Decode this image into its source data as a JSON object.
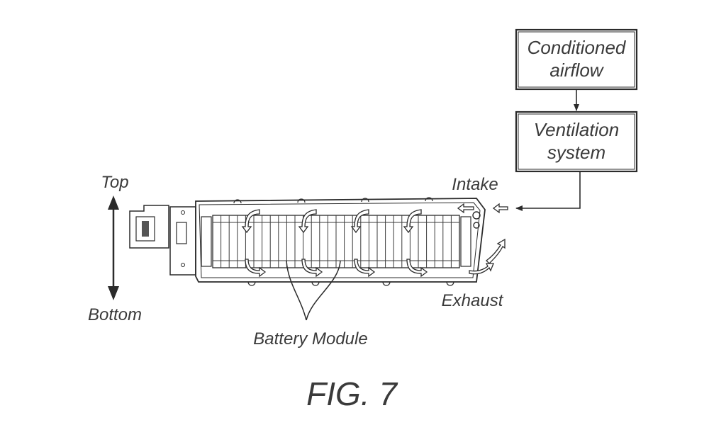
{
  "boxes": {
    "conditioned_line1": "Conditioned",
    "conditioned_line2": "airflow",
    "ventilation_line1": "Ventilation",
    "ventilation_line2": "system"
  },
  "labels": {
    "top": "Top",
    "bottom": "Bottom",
    "intake": "Intake",
    "exhaust": "Exhaust",
    "battery_module": "Battery Module"
  },
  "caption": "FIG. 7"
}
